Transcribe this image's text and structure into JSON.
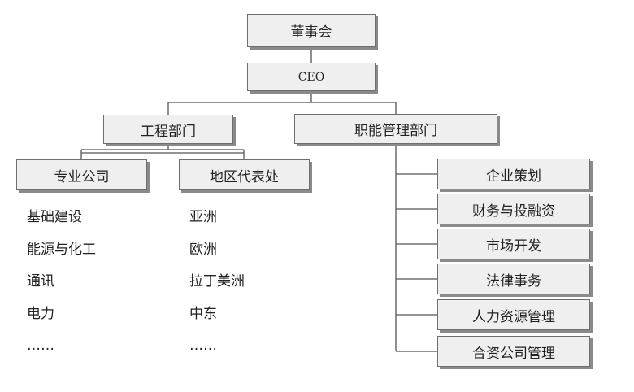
{
  "org": {
    "board": "董事会",
    "ceo": "CEO",
    "engineering": {
      "label": "工程部门",
      "professional": {
        "label": "专业公司",
        "items": [
          "基础建设",
          "能源与化工",
          "通讯",
          "电力",
          "……"
        ]
      },
      "regional": {
        "label": "地区代表处",
        "items": [
          "亚洲",
          "欧洲",
          "拉丁美洲",
          "中东",
          "……"
        ]
      }
    },
    "functional": {
      "label": "职能管理部门",
      "items": [
        "企业策划",
        "财务与投融资",
        "市场开发",
        "法律事务",
        "人力资源管理",
        "合资公司管理"
      ]
    }
  }
}
